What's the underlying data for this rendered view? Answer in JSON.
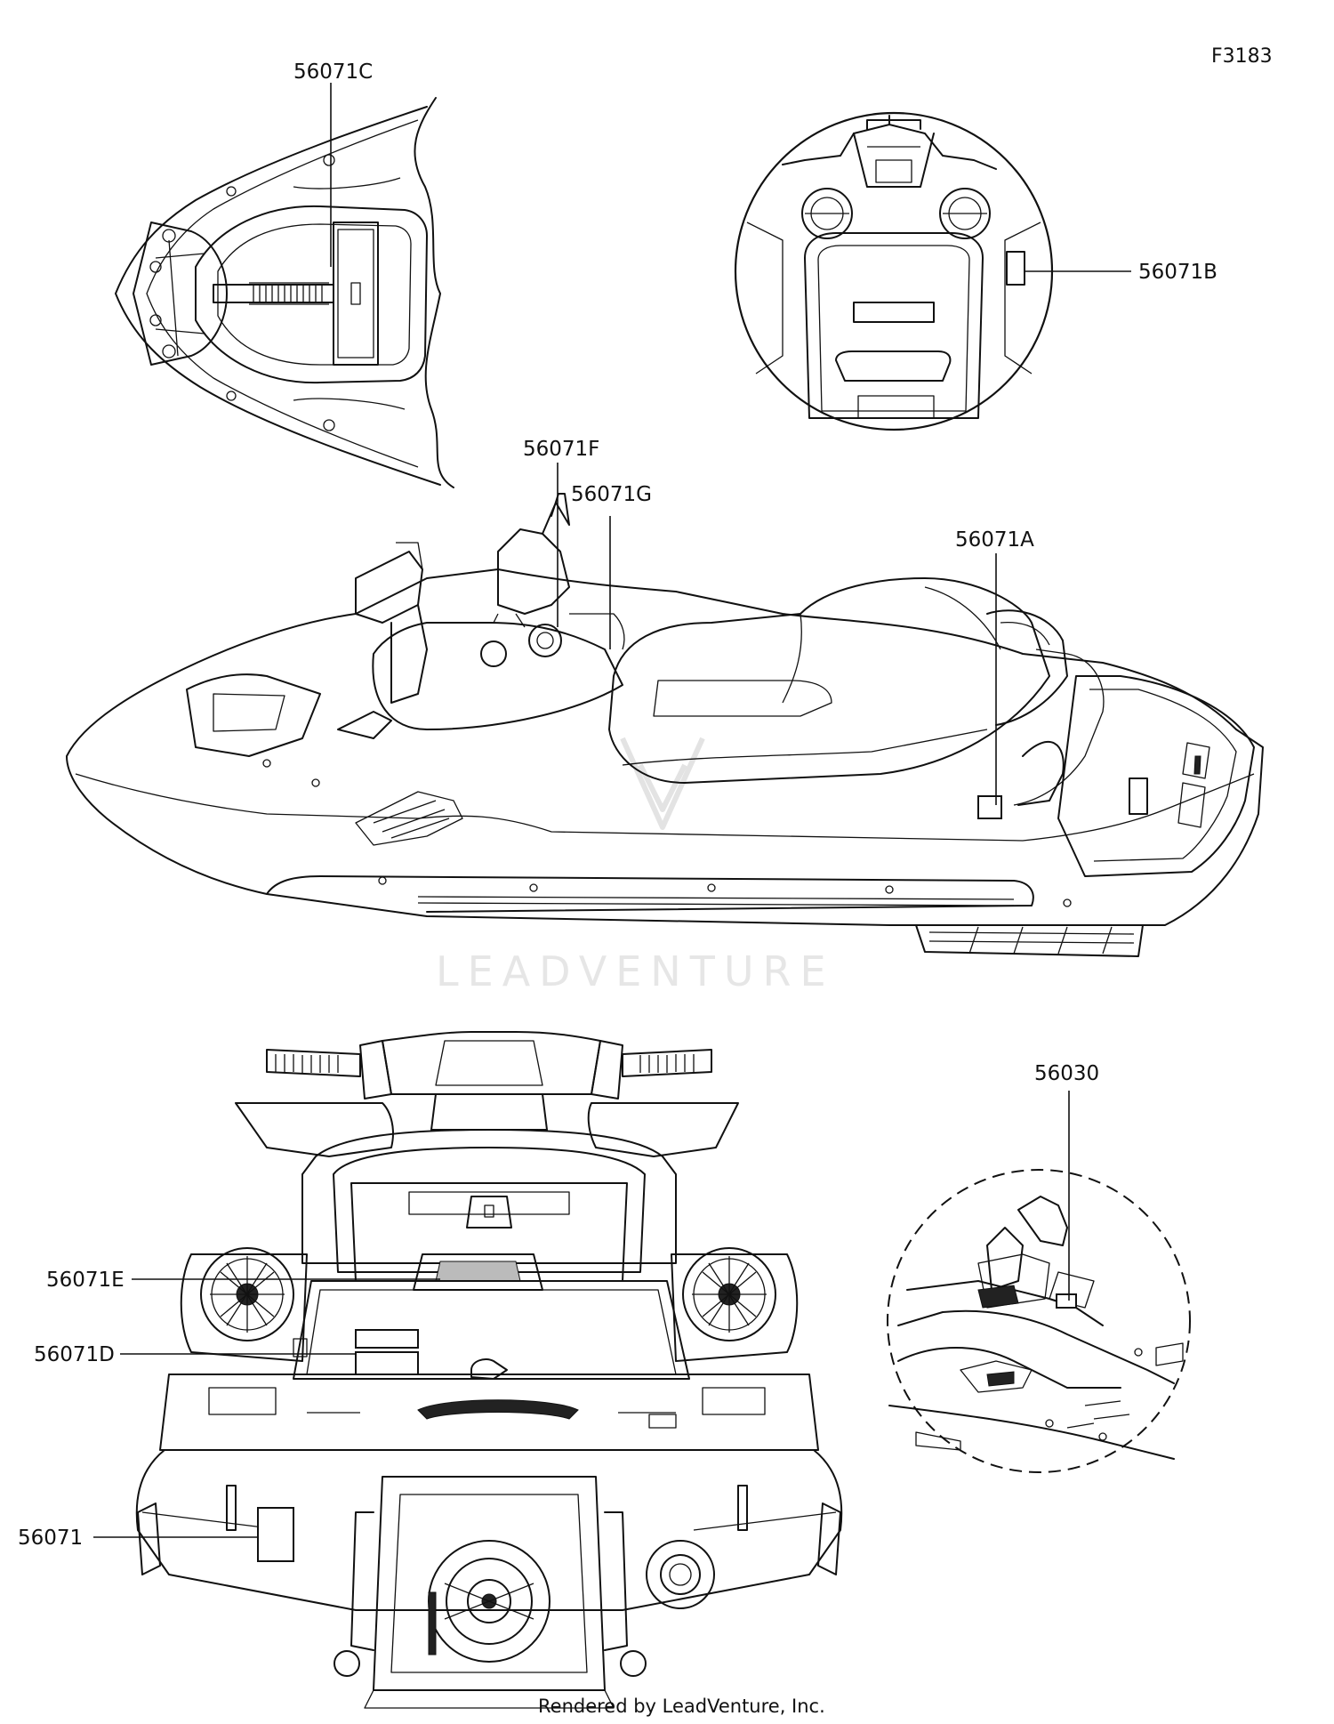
{
  "diagram": {
    "figure_code": "F3183",
    "footer": "Rendered by LeadVenture, Inc.",
    "watermark": "LEADVENTURE",
    "colors": {
      "line": "#111111",
      "background": "#ffffff",
      "watermark": "#e6e6e6"
    },
    "views": [
      {
        "id": "bow-top-view"
      },
      {
        "id": "storage-circle-detail"
      },
      {
        "id": "side-view"
      },
      {
        "id": "rear-view"
      },
      {
        "id": "side-dashed-circle-detail"
      }
    ],
    "labels": [
      {
        "part": "56071C"
      },
      {
        "part": "56071B"
      },
      {
        "part": "56071F"
      },
      {
        "part": "56071G"
      },
      {
        "part": "56071A"
      },
      {
        "part": "56030"
      },
      {
        "part": "56071E"
      },
      {
        "part": "56071D"
      },
      {
        "part": "56071"
      }
    ]
  }
}
